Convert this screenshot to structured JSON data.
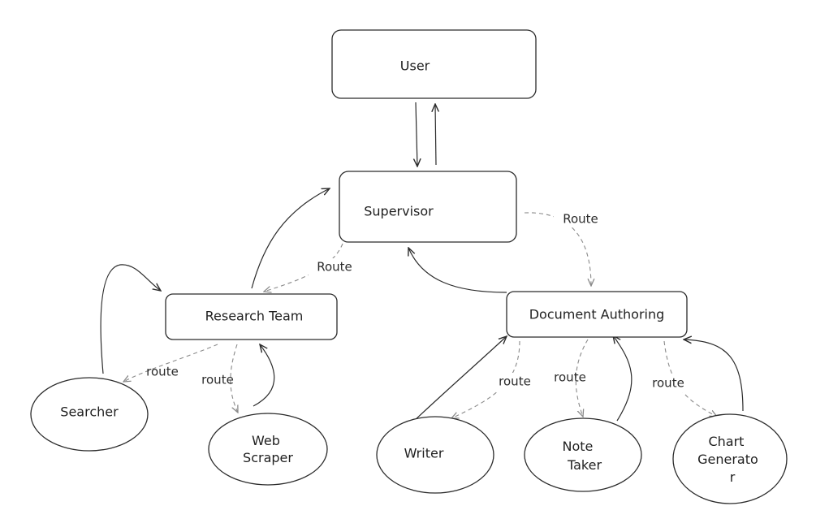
{
  "nodes": {
    "user": {
      "label": "User"
    },
    "supervisor": {
      "label": "Supervisor"
    },
    "research_team": {
      "label": "Research Team"
    },
    "document_authoring": {
      "label": "Document Authoring"
    },
    "searcher": {
      "label": "Searcher"
    },
    "web_scraper": {
      "lines": [
        "Web",
        "Scraper"
      ]
    },
    "writer": {
      "label": "Writer"
    },
    "note_taker": {
      "lines": [
        "Note",
        "Taker"
      ]
    },
    "chart_generator": {
      "lines": [
        "Chart",
        "Generato",
        "r"
      ]
    }
  },
  "edge_labels": {
    "supervisor_to_document": "Route",
    "supervisor_to_research": "Route",
    "research_to_searcher": "route",
    "research_to_scraper": "route",
    "document_to_writer": "route",
    "document_to_note_taker": "route",
    "document_to_chart": "route"
  },
  "colors": {
    "stroke": "#2b2b2b",
    "dashed": "#8a8a8a",
    "text": "#1f1f1f",
    "background": "#ffffff"
  }
}
